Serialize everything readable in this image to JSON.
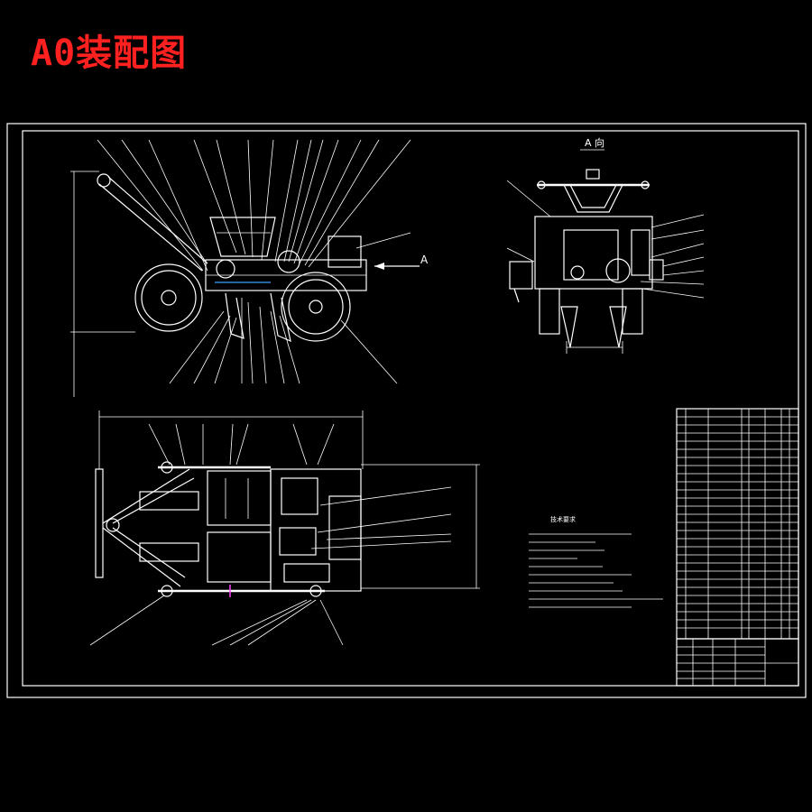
{
  "title": "A0装配图",
  "view_a_label": "A 向",
  "arrow_a_label": "A",
  "tech_req_title": "技术要求",
  "colors": {
    "background": "#000000",
    "lines": "#ffffff",
    "title": "#ff2020",
    "accent": "#3aa0ff"
  }
}
